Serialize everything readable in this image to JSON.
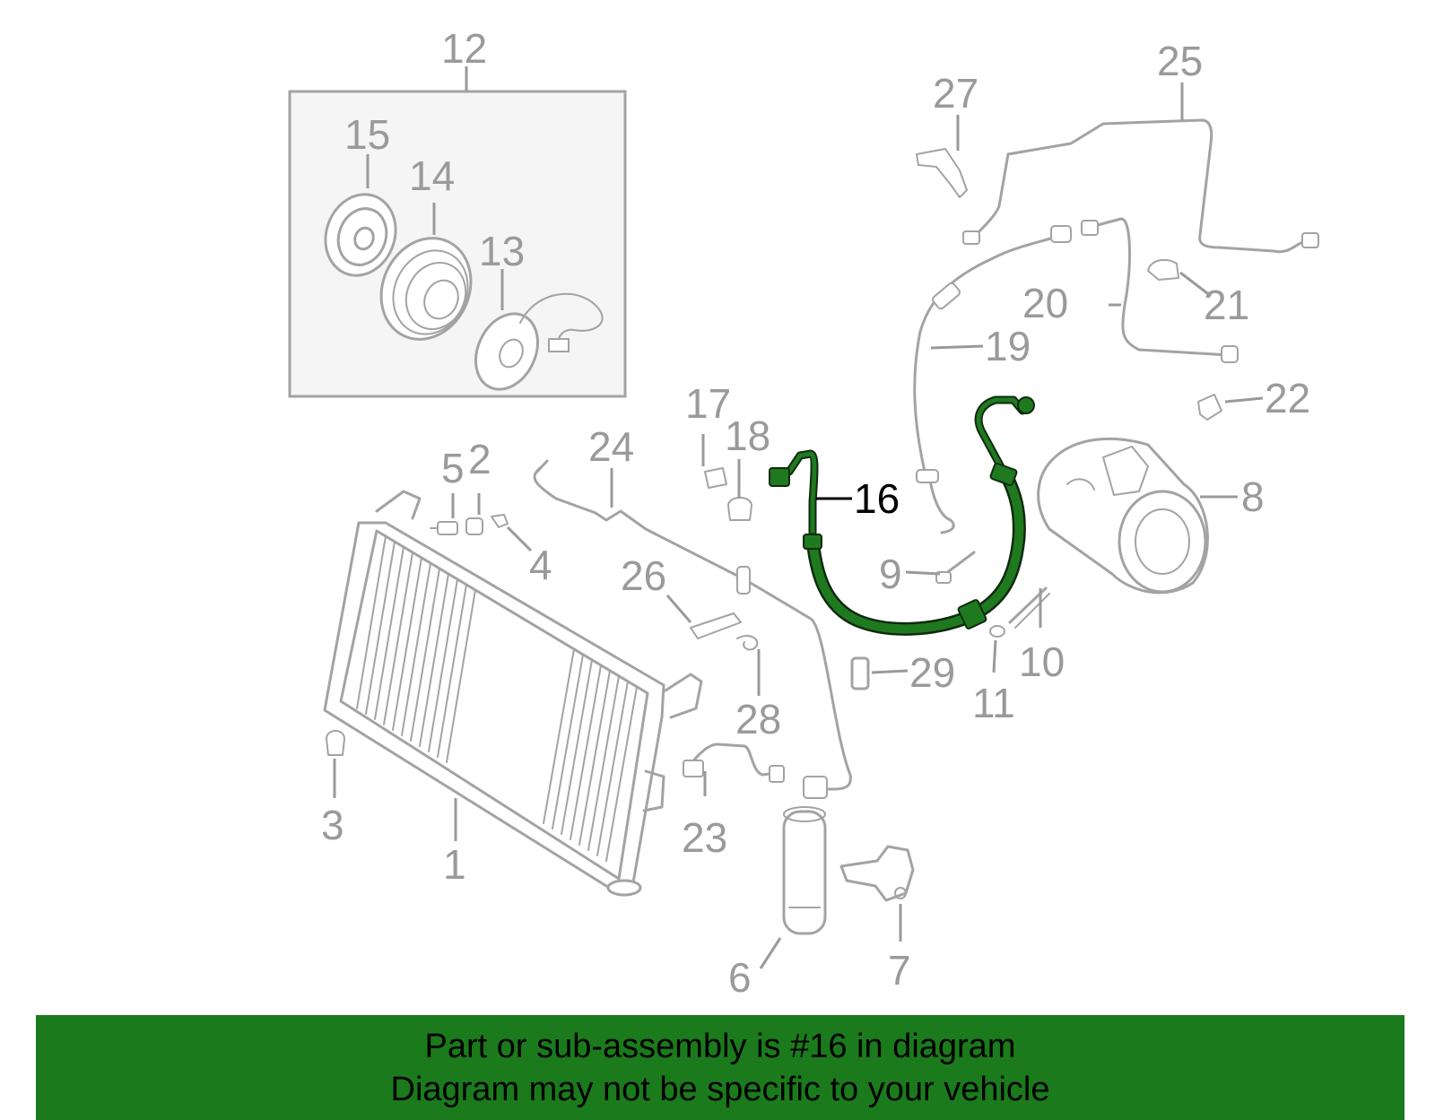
{
  "callouts": {
    "c1": "1",
    "c2": "2",
    "c3": "3",
    "c4": "4",
    "c5": "5",
    "c6": "6",
    "c7": "7",
    "c8": "8",
    "c9": "9",
    "c10": "10",
    "c11": "11",
    "c12": "12",
    "c13": "13",
    "c14": "14",
    "c15": "15",
    "c16": "16",
    "c17": "17",
    "c18": "18",
    "c19": "19",
    "c20": "20",
    "c21": "21",
    "c22": "22",
    "c23": "23",
    "c24": "24",
    "c25": "25",
    "c26": "26",
    "c27": "27",
    "c28": "28",
    "c29": "29"
  },
  "highlight": {
    "part_number": "16",
    "color": "#1f7a1f"
  },
  "banner": {
    "line1": "Part or sub-assembly is #16 in diagram",
    "line2": "Diagram may not be specific to your vehicle",
    "background": "#1b7a1b"
  }
}
